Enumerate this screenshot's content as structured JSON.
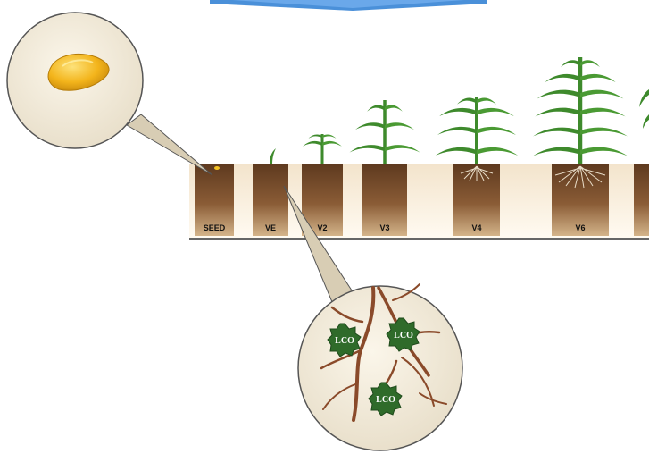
{
  "stages": [
    {
      "label": "SEED",
      "has_plant": false,
      "has_roots": false
    },
    {
      "label": "VE",
      "has_plant": true,
      "has_roots": false
    },
    {
      "label": "V2",
      "has_plant": true,
      "has_roots": false
    },
    {
      "label": "V3",
      "has_plant": true,
      "has_roots": false
    },
    {
      "label": "V4",
      "has_plant": true,
      "has_roots": true
    },
    {
      "label": "V6",
      "has_plant": true,
      "has_roots": true
    }
  ],
  "lco_badges": [
    "LCO",
    "LCO",
    "LCO"
  ],
  "colors": {
    "soil_dark": "#6b4426",
    "soil_light": "#a47549",
    "leaf": "#3e8a2c",
    "badge": "#2f6b2a",
    "banner": "#4a90d9",
    "kernel": "#f3b41b"
  }
}
